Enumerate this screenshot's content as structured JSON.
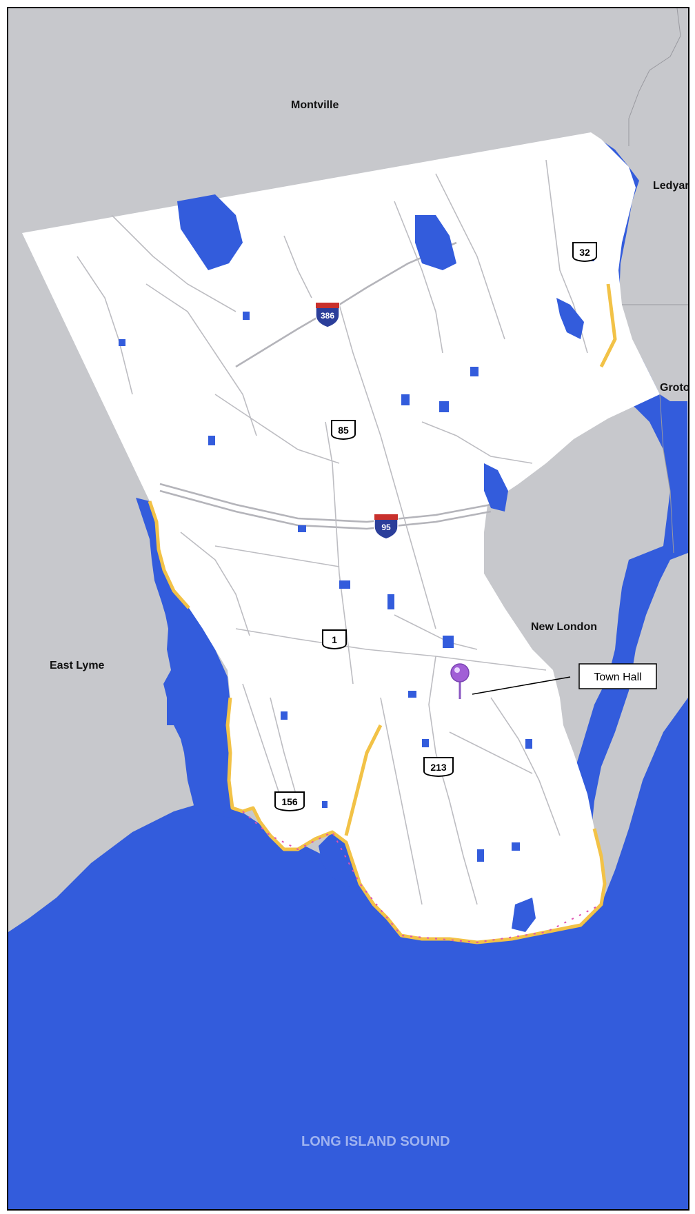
{
  "labels": {
    "montville": "Montville",
    "ledyard": "Ledyard",
    "groton": "Groton",
    "new_london": "New London",
    "east_lyme": "East Lyme",
    "long_island_sound": "LONG ISLAND SOUND"
  },
  "callout": {
    "text": "Town Hall"
  },
  "shields": {
    "i386": "386",
    "i95": "95",
    "us32": "32",
    "us85": "85",
    "us1": "1",
    "us213": "213",
    "us156": "156"
  },
  "colors": {
    "land_outside": "#c7c8cc",
    "town_land": "#ffffff",
    "water": "#335cdc",
    "roads": "#bdbdc2",
    "shoreline_flood": "#f2c247",
    "shoreline_accent": "#e050b0",
    "marker": "#a15fd6"
  },
  "icons": {
    "marker": "map-pin-icon",
    "interstate": "interstate-shield-icon",
    "route": "route-shield-icon"
  }
}
